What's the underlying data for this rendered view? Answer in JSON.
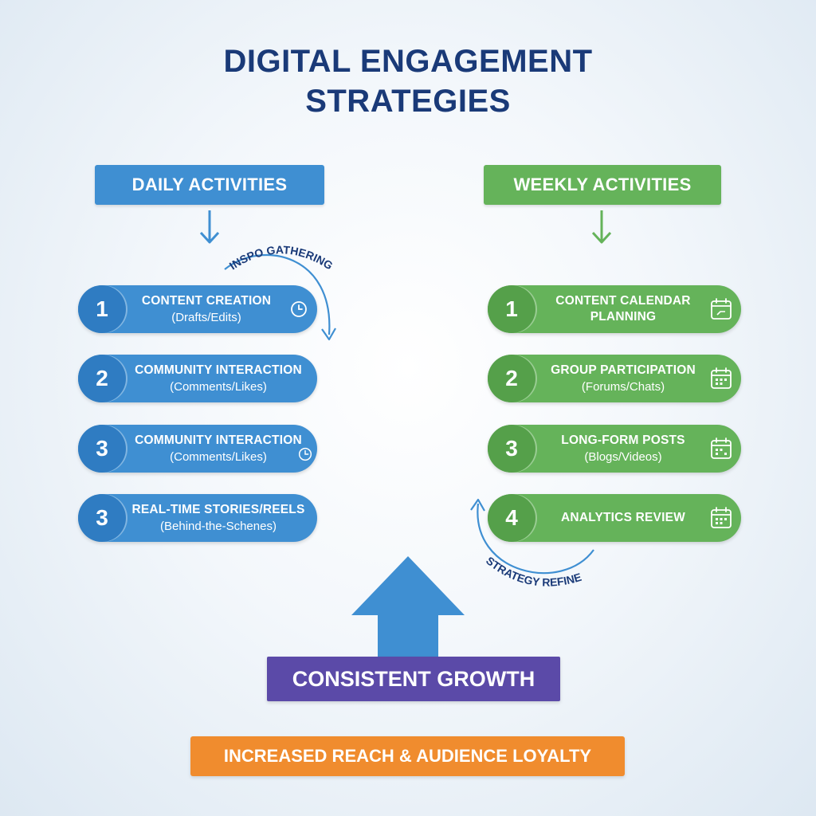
{
  "title": {
    "line1": "DIGITAL ENGAGEMENT",
    "line2": "STRATEGIES"
  },
  "daily": {
    "header": "DAILY ACTIVITIES",
    "loop_label": "INSPO GATHERING",
    "items": [
      {
        "num": "1",
        "title": "CONTENT CREATION",
        "sub": "(Drafts/Edits)",
        "icon": "clock-icon"
      },
      {
        "num": "2",
        "title": "COMMUNITY INTERACTION",
        "sub": "(Comments/Likes)",
        "icon": ""
      },
      {
        "num": "3",
        "title": "COMMUNITY INTERACTION",
        "sub": "(Comments/Likes)",
        "icon": "clock-icon"
      },
      {
        "num": "3",
        "title": "REAL-TIME STORIES/REELS",
        "sub": "(Behind-the-Schenes)",
        "icon": ""
      }
    ]
  },
  "weekly": {
    "header": "WEEKLY ACTIVITIES",
    "loop_label": "STRATEGY REFINE",
    "items": [
      {
        "num": "1",
        "title": "CONTENT CALENDAR",
        "sub": "PLANNING",
        "icon": "calendar-icon"
      },
      {
        "num": "2",
        "title": "GROUP PARTICIPATION",
        "sub": "(Forums/Chats)",
        "icon": "calendar-icon"
      },
      {
        "num": "3",
        "title": "LONG-FORM POSTS",
        "sub": "(Blogs/Videos)",
        "icon": "calendar-icon"
      },
      {
        "num": "4",
        "title": "ANALYTICS REVIEW",
        "sub": "",
        "icon": "calendar-icon"
      }
    ]
  },
  "growth": "CONSISTENT GROWTH",
  "outcome": "INCREASED REACH & AUDIENCE LOYALTY",
  "colors": {
    "blue": "#3f8fd2",
    "green": "#65b35a",
    "purple": "#5b4aa8",
    "orange": "#f08c2e",
    "title": "#1a3a78"
  }
}
